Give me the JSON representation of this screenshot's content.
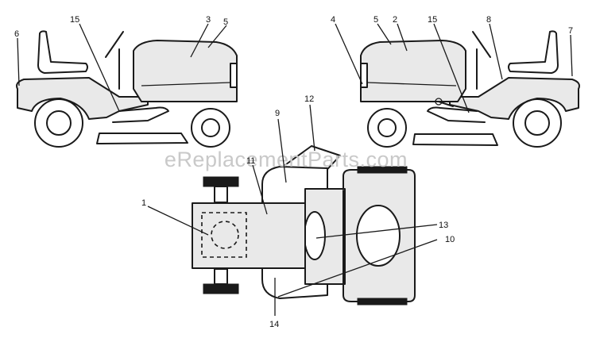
{
  "watermark": "eReplacementParts.com",
  "callouts": {
    "c1": "1",
    "c2": "2",
    "c3": "3",
    "c4": "4",
    "c5_left": "5",
    "c5_right": "5",
    "c6": "6",
    "c7": "7",
    "c8": "8",
    "c9": "9",
    "c10": "10",
    "c11": "11",
    "c12": "12",
    "c13": "13",
    "c14": "14",
    "c15_left": "15",
    "c15_right": "15"
  }
}
